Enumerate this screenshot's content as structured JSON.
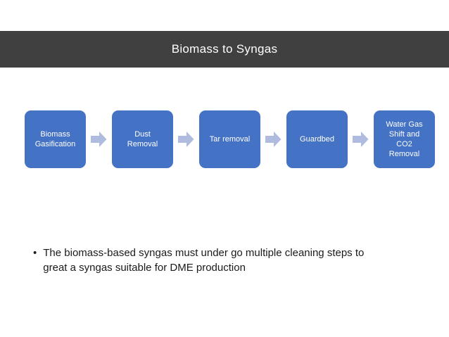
{
  "slide": {
    "title": "Biomass to Syngas"
  },
  "flowchart": {
    "steps": [
      {
        "label": "Biomass\nGasification"
      },
      {
        "label": "Dust\nRemoval"
      },
      {
        "label": "Tar removal"
      },
      {
        "label": "Guardbed"
      },
      {
        "label": "Water Gas\nShift and\nCO2\nRemoval"
      }
    ],
    "arrow_icon": "right-block-arrow"
  },
  "body": {
    "bullet_glyph": "•",
    "bullet_text": "The biomass-based syngas must under go multiple cleaning steps to\ngreat a syngas suitable for DME production"
  },
  "colors": {
    "slide-bg": "#FFFFFF",
    "title-bar-bg": "#404040",
    "title-text": "#FFFFFF",
    "box-fill": "#4472C4",
    "box-text": "#FFFFFF",
    "arrow-fill": "#B0BCDF",
    "body-text": "#1A1A1A"
  }
}
